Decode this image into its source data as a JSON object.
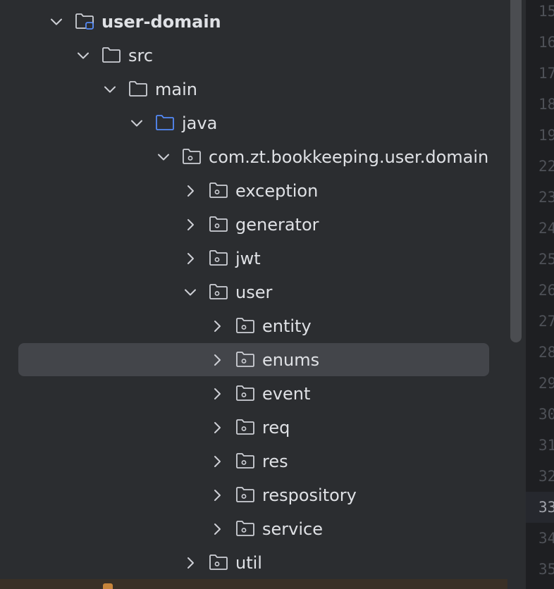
{
  "tree": [
    {
      "label": "user-domain",
      "depth": 0,
      "expanded": true,
      "icon": "module-folder-icon",
      "bold": true
    },
    {
      "label": "src",
      "depth": 1,
      "expanded": true,
      "icon": "folder-icon"
    },
    {
      "label": "main",
      "depth": 2,
      "expanded": true,
      "icon": "folder-icon"
    },
    {
      "label": "java",
      "depth": 3,
      "expanded": true,
      "icon": "source-root-folder-icon"
    },
    {
      "label": "com.zt.bookkeeping.user.domain",
      "depth": 4,
      "expanded": true,
      "icon": "package-icon"
    },
    {
      "label": "exception",
      "depth": 5,
      "expanded": false,
      "icon": "package-icon"
    },
    {
      "label": "generator",
      "depth": 5,
      "expanded": false,
      "icon": "package-icon"
    },
    {
      "label": "jwt",
      "depth": 5,
      "expanded": false,
      "icon": "package-icon"
    },
    {
      "label": "user",
      "depth": 5,
      "expanded": true,
      "icon": "package-icon"
    },
    {
      "label": "entity",
      "depth": 6,
      "expanded": false,
      "icon": "package-icon"
    },
    {
      "label": "enums",
      "depth": 6,
      "expanded": false,
      "icon": "package-icon",
      "selected": true
    },
    {
      "label": "event",
      "depth": 6,
      "expanded": false,
      "icon": "package-icon"
    },
    {
      "label": "req",
      "depth": 6,
      "expanded": false,
      "icon": "package-icon"
    },
    {
      "label": "res",
      "depth": 6,
      "expanded": false,
      "icon": "package-icon"
    },
    {
      "label": "respository",
      "depth": 6,
      "expanded": false,
      "icon": "package-icon"
    },
    {
      "label": "service",
      "depth": 6,
      "expanded": false,
      "icon": "package-icon"
    },
    {
      "label": "util",
      "depth": 5,
      "expanded": false,
      "icon": "package-icon"
    }
  ],
  "line_numbers": [
    {
      "text": "15"
    },
    {
      "text": "16"
    },
    {
      "text": "17"
    },
    {
      "text": "18"
    },
    {
      "text": "19"
    },
    {
      "text": "22"
    },
    {
      "text": "23"
    },
    {
      "text": "24"
    },
    {
      "text": "25"
    },
    {
      "text": "26"
    },
    {
      "text": "27"
    },
    {
      "text": "28"
    },
    {
      "text": "29"
    },
    {
      "text": "30"
    },
    {
      "text": "31"
    },
    {
      "text": "32"
    },
    {
      "text": "33",
      "current": true
    },
    {
      "text": "34"
    },
    {
      "text": "35"
    }
  ],
  "colors": {
    "panel_bg": "#2b2d30",
    "selection_bg": "#43454a",
    "text": "#dfe1e5",
    "icon_gray": "#ced0d6",
    "source_root_blue": "#548af7",
    "gutter_bg": "#1e1f22",
    "line_number": "#4e5157"
  }
}
